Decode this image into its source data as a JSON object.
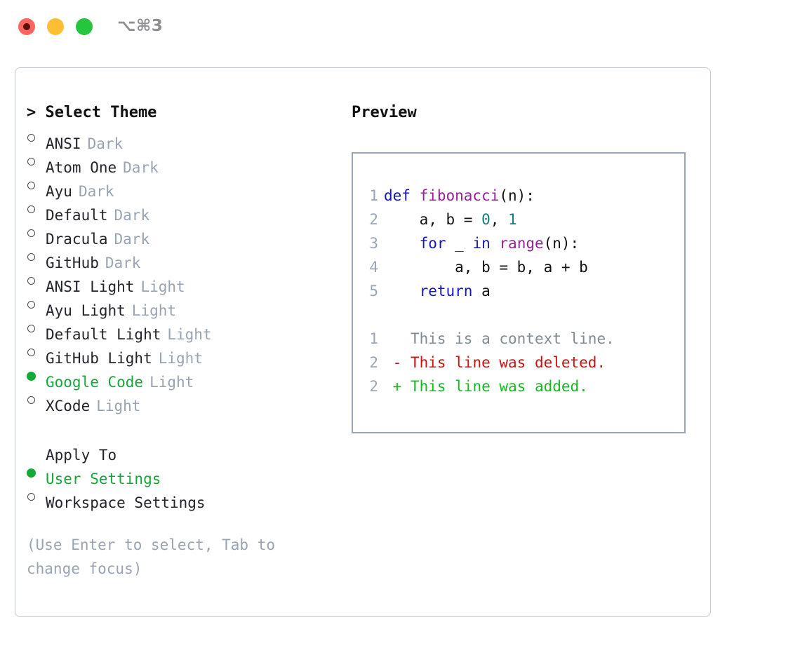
{
  "titlebar": {
    "shortcut": "⌥⌘3",
    "buttons": [
      {
        "name": "close",
        "color": "#fa6560"
      },
      {
        "name": "minimize",
        "color": "#fcbe32"
      },
      {
        "name": "zoom",
        "color": "#25c53e"
      }
    ]
  },
  "left": {
    "header": "> Select Theme",
    "themes": [
      {
        "name": "ANSI",
        "variant": "Dark",
        "selected": false
      },
      {
        "name": "Atom One",
        "variant": "Dark",
        "selected": false
      },
      {
        "name": "Ayu",
        "variant": "Dark",
        "selected": false
      },
      {
        "name": "Default",
        "variant": "Dark",
        "selected": false
      },
      {
        "name": "Dracula",
        "variant": "Dark",
        "selected": false
      },
      {
        "name": "GitHub",
        "variant": "Dark",
        "selected": false
      },
      {
        "name": "ANSI Light",
        "variant": "Light",
        "selected": false
      },
      {
        "name": "Ayu Light",
        "variant": "Light",
        "selected": false
      },
      {
        "name": "Default Light",
        "variant": "Light",
        "selected": false
      },
      {
        "name": "GitHub Light",
        "variant": "Light",
        "selected": false
      },
      {
        "name": "Google Code",
        "variant": "Light",
        "selected": true
      },
      {
        "name": "XCode",
        "variant": "Light",
        "selected": false
      }
    ],
    "apply_to_label": "Apply To",
    "apply_to_options": [
      {
        "name": "User Settings",
        "selected": true
      },
      {
        "name": "Workspace Settings",
        "selected": false
      }
    ],
    "hint": "(Use Enter to select, Tab to change focus)"
  },
  "right": {
    "header": "Preview",
    "code_lines": [
      {
        "num": "1",
        "tokens": [
          {
            "t": "def ",
            "c": "kw"
          },
          {
            "t": "fibonacci",
            "c": "fn"
          },
          {
            "t": "(n):",
            "c": "pl"
          }
        ]
      },
      {
        "num": "2",
        "tokens": [
          {
            "t": "    a, b = ",
            "c": "pl"
          },
          {
            "t": "0",
            "c": "num"
          },
          {
            "t": ", ",
            "c": "pl"
          },
          {
            "t": "1",
            "c": "num"
          }
        ]
      },
      {
        "num": "3",
        "tokens": [
          {
            "t": "    ",
            "c": "pl"
          },
          {
            "t": "for",
            "c": "kw"
          },
          {
            "t": " _ ",
            "c": "pl"
          },
          {
            "t": "in",
            "c": "kw"
          },
          {
            "t": " ",
            "c": "pl"
          },
          {
            "t": "range",
            "c": "fn"
          },
          {
            "t": "(n):",
            "c": "pl"
          }
        ]
      },
      {
        "num": "4",
        "tokens": [
          {
            "t": "        a, b = b, a + b",
            "c": "pl"
          }
        ]
      },
      {
        "num": "5",
        "tokens": [
          {
            "t": "    ",
            "c": "pl"
          },
          {
            "t": "return",
            "c": "kw"
          },
          {
            "t": " a",
            "c": "pl"
          }
        ]
      }
    ],
    "diff_lines": [
      {
        "num": "1",
        "marker": "  ",
        "text": "This is a context line.",
        "kind": "ctx"
      },
      {
        "num": "2",
        "marker": "- ",
        "text": "This line was deleted.",
        "kind": "del"
      },
      {
        "num": "2",
        "marker": "+ ",
        "text": "This line was added.",
        "kind": "add"
      }
    ]
  },
  "colors": {
    "accent_green": "#14a838",
    "muted": "#9aa3b2",
    "keyword": "#1515c0",
    "function": "#9c1d9c",
    "number": "#147d7d",
    "diff_deleted": "#cc1111",
    "diff_added": "#12bb22"
  }
}
